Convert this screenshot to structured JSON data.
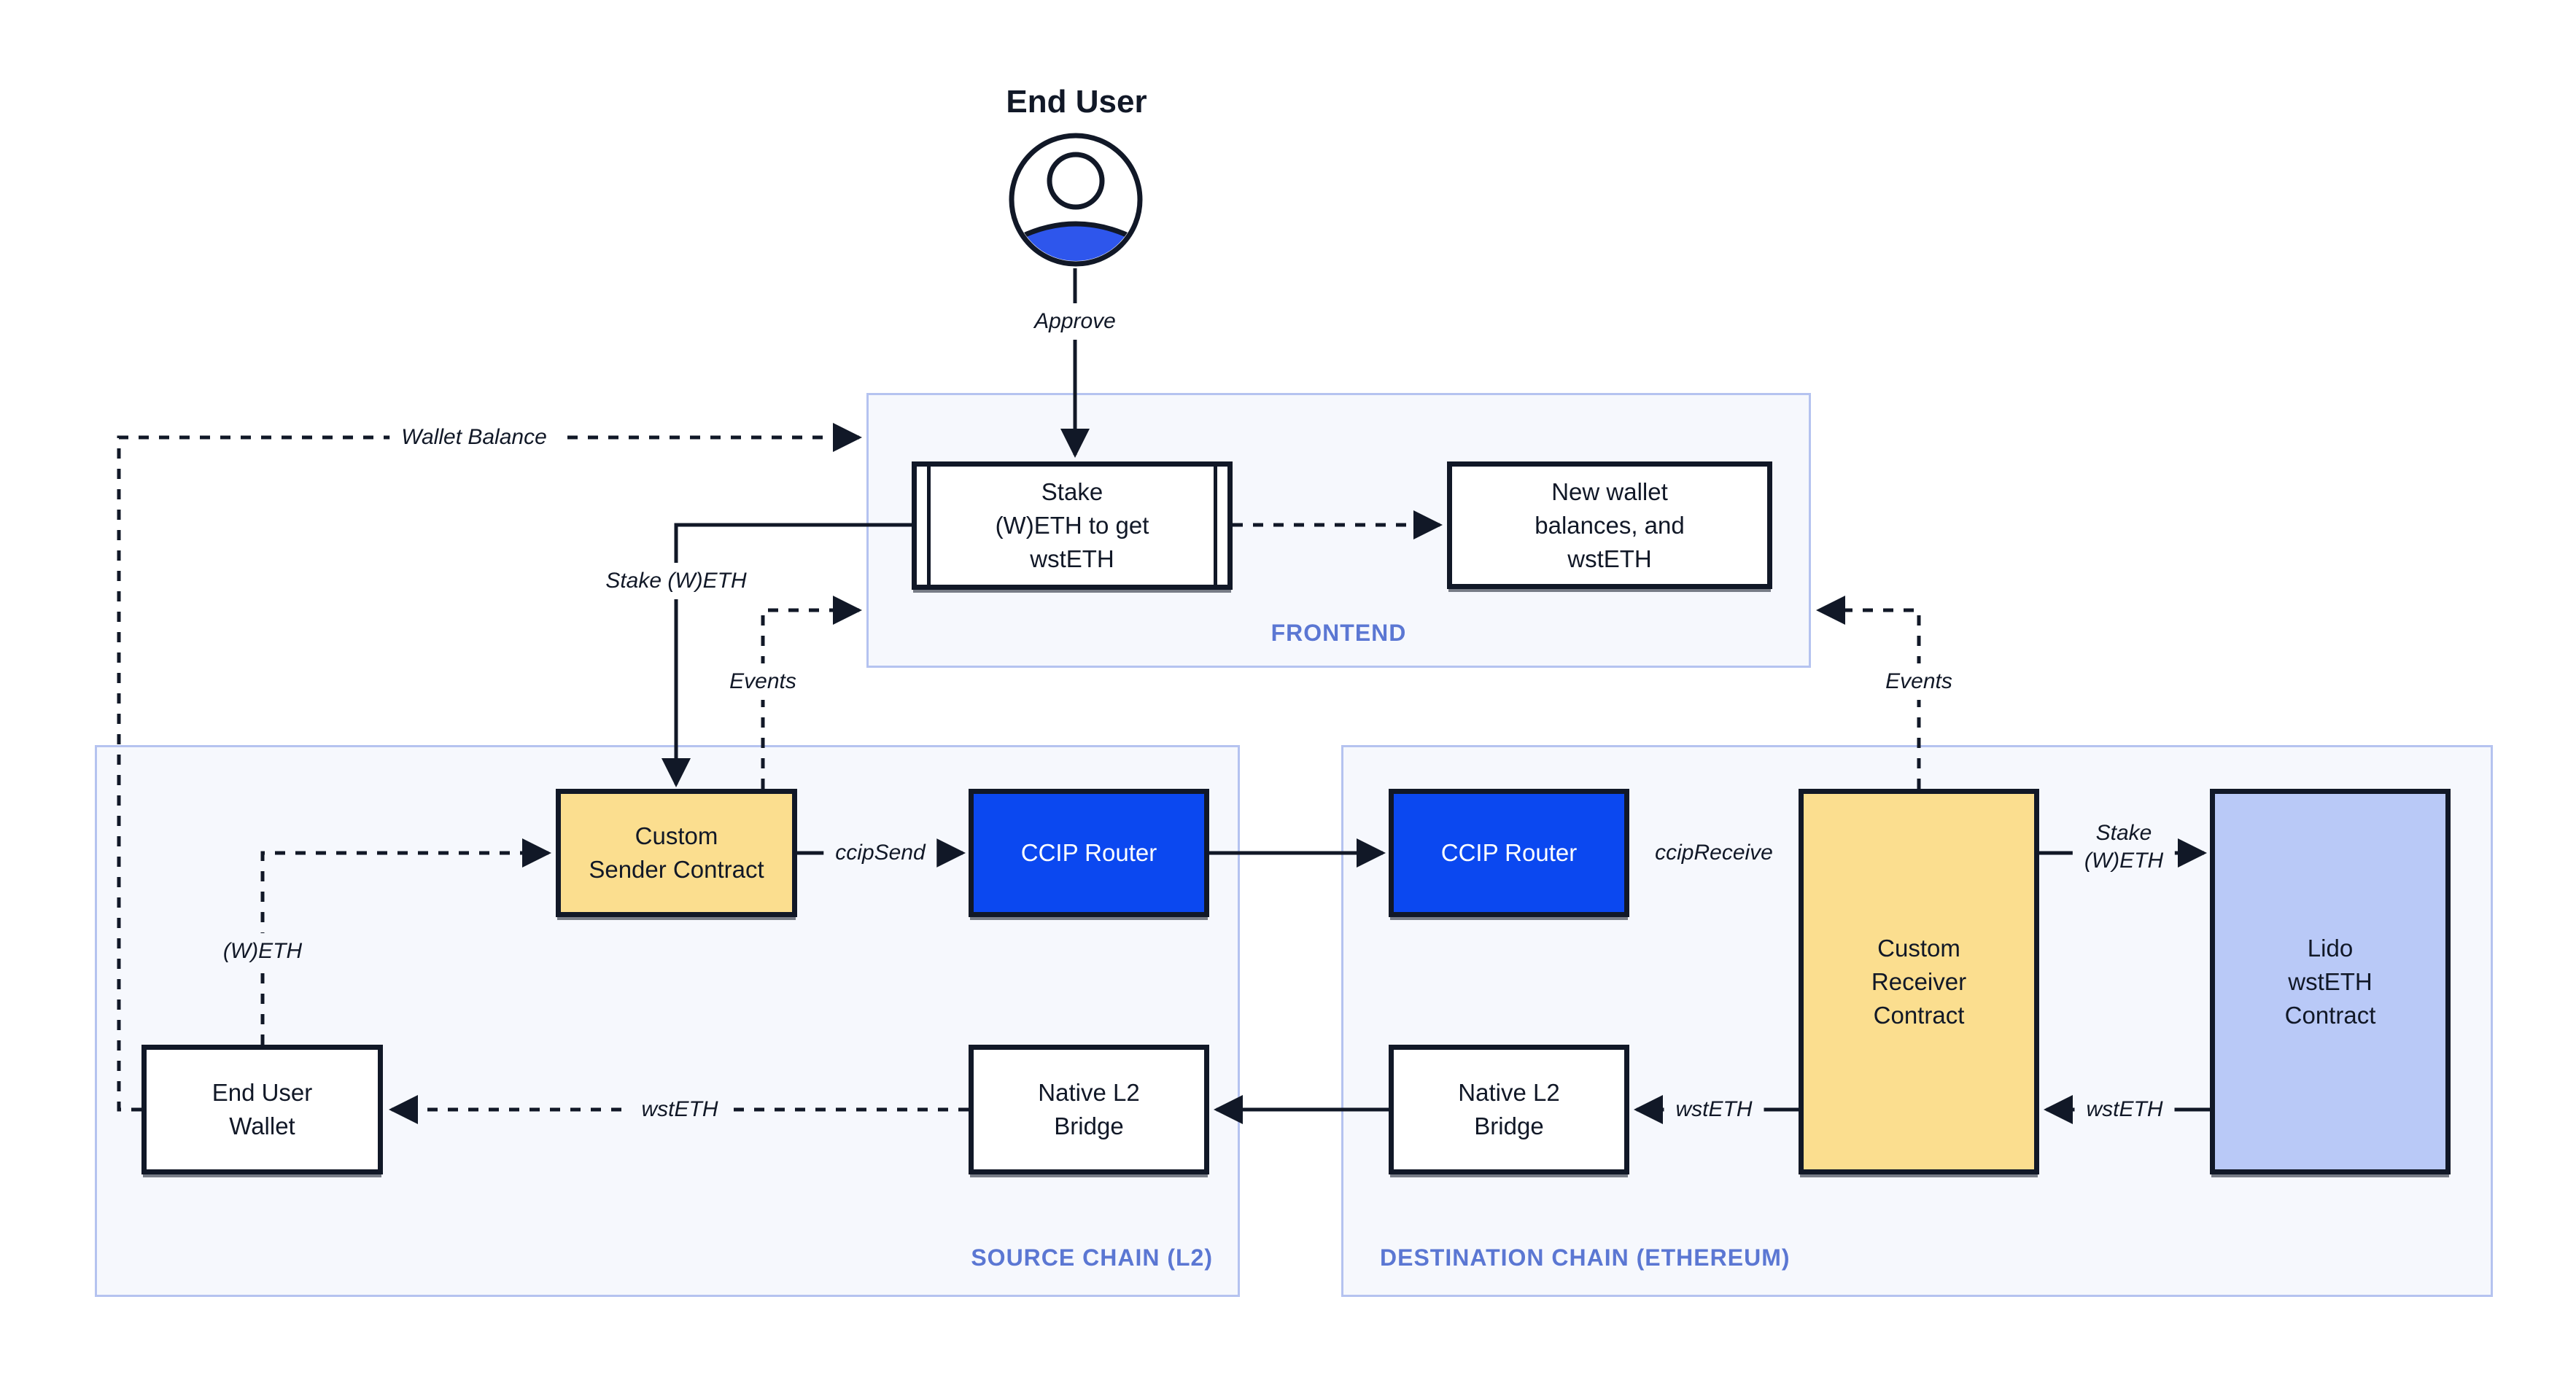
{
  "actor": {
    "name": "End User",
    "action": "Approve"
  },
  "frontend": {
    "label": "FRONTEND",
    "stake_box": "Stake\n(W)ETH to get\nwstETH",
    "new_wallet_box": "New wallet\nbalances, and\nwstETH"
  },
  "source_chain": {
    "label": "SOURCE CHAIN (L2)",
    "sender_contract": "Custom\nSender Contract",
    "ccip_router": "CCIP Router",
    "end_user_wallet": "End User\nWallet",
    "native_bridge": "Native L2\nBridge"
  },
  "destination_chain": {
    "label": "DESTINATION CHAIN (ETHEREUM)",
    "ccip_router": "CCIP Router",
    "receiver_contract": "Custom\nReceiver\nContract",
    "lido_contract": "Lido\nwstETH\nContract",
    "native_bridge": "Native L2\nBridge"
  },
  "edge_labels": {
    "wallet_balance": "Wallet Balance",
    "stake_weth": "Stake (W)ETH",
    "events_left": "Events",
    "events_right": "Events",
    "weth": "(W)ETH",
    "ccip_send": "ccipSend",
    "ccip_receive": "ccipReceive",
    "stake_weth_dest": "Stake\n(W)ETH",
    "wsteth_source": "wstETH",
    "wsteth_to_bridge": "wstETH",
    "wsteth_from_lido": "wstETH"
  },
  "colors": {
    "ink": "#111827",
    "node_yellow": "#FBDE8F",
    "node_blue": "#0B48F0",
    "node_lavender": "#B9C9F7",
    "container_bg": "#F6F8FD",
    "container_border": "#B5C3F0",
    "section_label": "#5B77D3",
    "actor_blue": "#2E56EC"
  }
}
